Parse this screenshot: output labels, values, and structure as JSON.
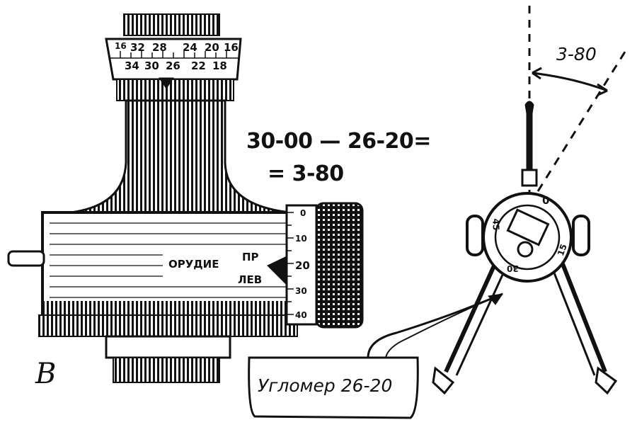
{
  "figure": {
    "panel_letter": "В",
    "formula_line1": "30-00 — 26-20=",
    "formula_line2": "= 3-80",
    "callout_text": "Угломер 26-20",
    "angle_label": "3-80",
    "dial_top_numbers": [
      "16",
      "32",
      "28",
      "24",
      "20",
      "16"
    ],
    "dial_bottom_numbers": [
      "34",
      "30",
      "26",
      "22",
      "18"
    ],
    "drum_scale": [
      "0",
      "10",
      "20",
      "30",
      "40"
    ],
    "label_gun": "ОРУДИЕ",
    "label_right": "ПР",
    "label_left": "ЛЕВ",
    "circle_marks": [
      "0",
      "15",
      "30",
      "45"
    ]
  },
  "colors": {
    "ink": "#111111",
    "paper": "#ffffff"
  }
}
